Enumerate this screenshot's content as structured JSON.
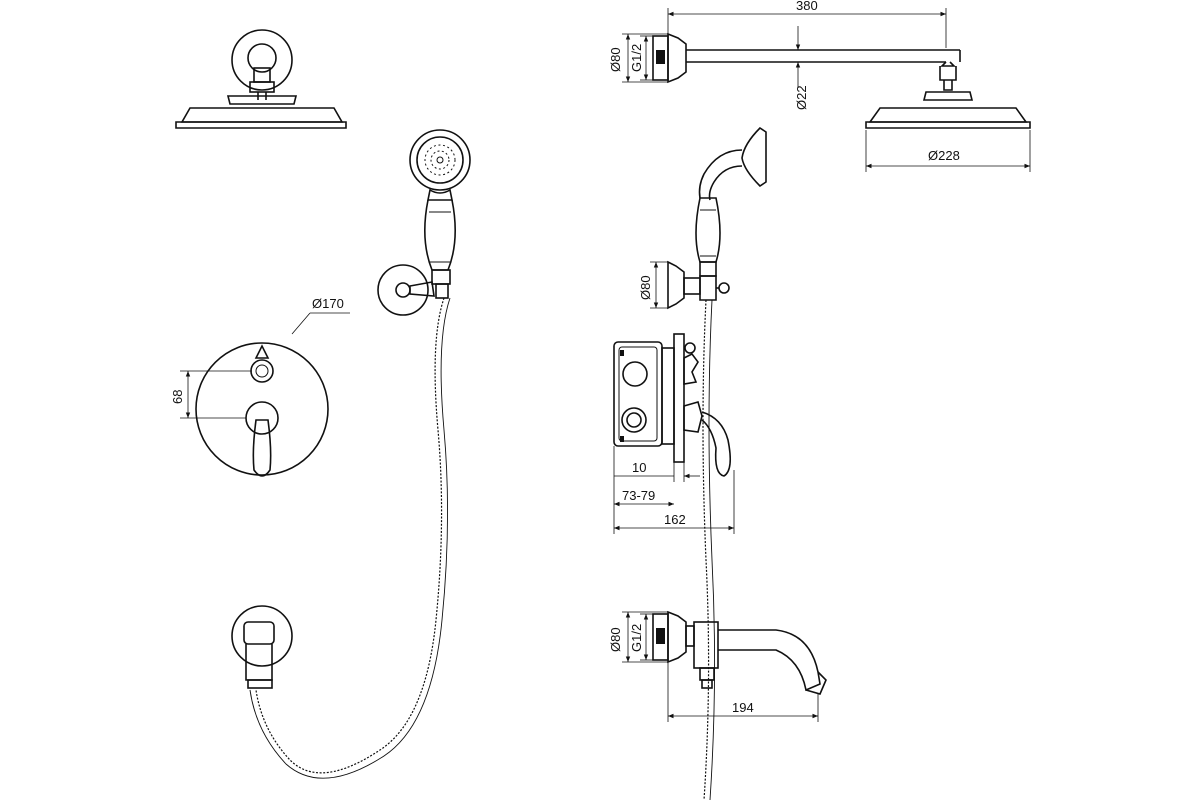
{
  "dimensions": {
    "overhead_arm_length": "380",
    "wall_flange_diameter_top": "Ø80",
    "thread_top": "G1/2",
    "arm_diameter": "Ø22",
    "shower_head_diameter": "Ø228",
    "holder_flange_diameter": "Ø80",
    "mixer_plate_diameter": "Ø170",
    "handle_spacing": "68",
    "plate_offset": "10",
    "body_depth": "73-79",
    "total_projection": "162",
    "spout_flange_diameter": "Ø80",
    "thread_bottom": "G1/2",
    "spout_length": "194"
  },
  "colors": {
    "line": "#111111",
    "background": "#ffffff"
  }
}
